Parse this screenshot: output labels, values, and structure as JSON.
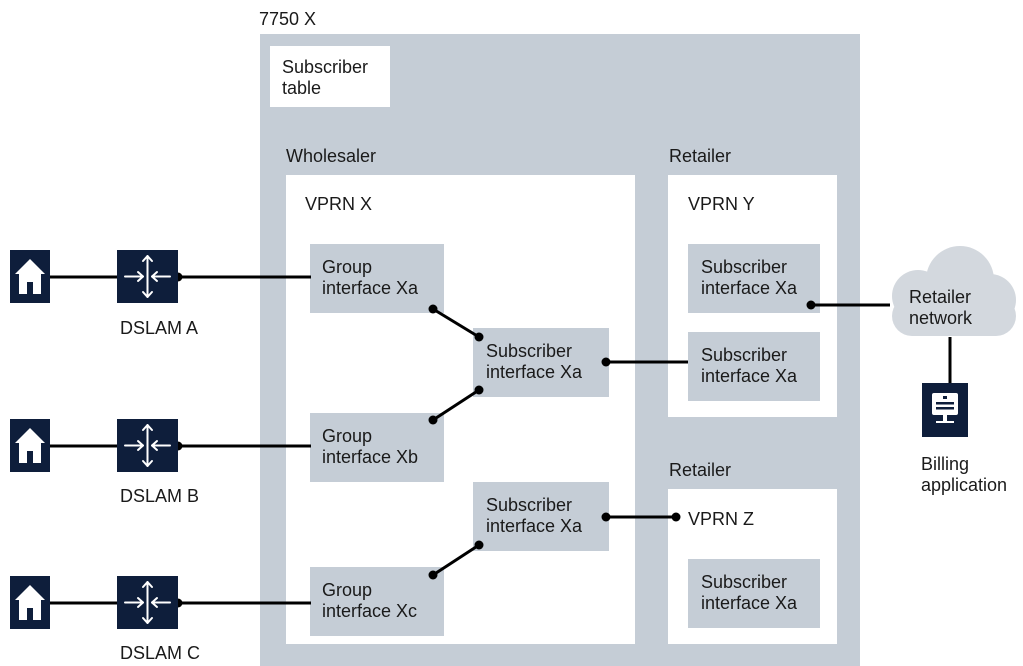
{
  "chassis": {
    "title": "7750 X"
  },
  "subscriber_table": {
    "line1": "Subscriber",
    "line2": "table"
  },
  "wholesaler": {
    "title": "Wholesaler",
    "vprn": "VPRN X",
    "group_a": {
      "line1": "Group",
      "line2": "interface Xa"
    },
    "group_b": {
      "line1": "Group",
      "line2": "interface Xb"
    },
    "group_c": {
      "line1": "Group",
      "line2": "interface Xc"
    },
    "sub_1": {
      "line1": "Subscriber",
      "line2": "interface Xa"
    },
    "sub_2": {
      "line1": "Subscriber",
      "line2": "interface Xa"
    }
  },
  "retailer_y": {
    "title": "Retailer",
    "vprn": "VPRN Y",
    "sub_1": {
      "line1": "Subscriber",
      "line2": "interface Xa"
    },
    "sub_2": {
      "line1": "Subscriber",
      "line2": "interface Xa"
    }
  },
  "retailer_z": {
    "title": "Retailer",
    "vprn": "VPRN Z",
    "sub_1": {
      "line1": "Subscriber",
      "line2": "interface Xa"
    }
  },
  "dslams": [
    {
      "label": "DSLAM A",
      "icon": "router-icon"
    },
    {
      "label": "DSLAM B",
      "icon": "router-icon"
    },
    {
      "label": "DSLAM C",
      "icon": "router-icon"
    }
  ],
  "homes": [
    {
      "icon": "home-icon"
    },
    {
      "icon": "home-icon"
    },
    {
      "icon": "home-icon"
    }
  ],
  "retailer_network": {
    "line1": "Retailer",
    "line2": "network",
    "icon": "cloud-icon"
  },
  "billing": {
    "line1": "Billing",
    "line2": "application",
    "icon": "billing-server-icon"
  },
  "colors": {
    "navy": "#0e1e3b",
    "chassis_gray": "#c5cdd6",
    "cloud_gray": "#d3d8de",
    "line": "#000000"
  }
}
